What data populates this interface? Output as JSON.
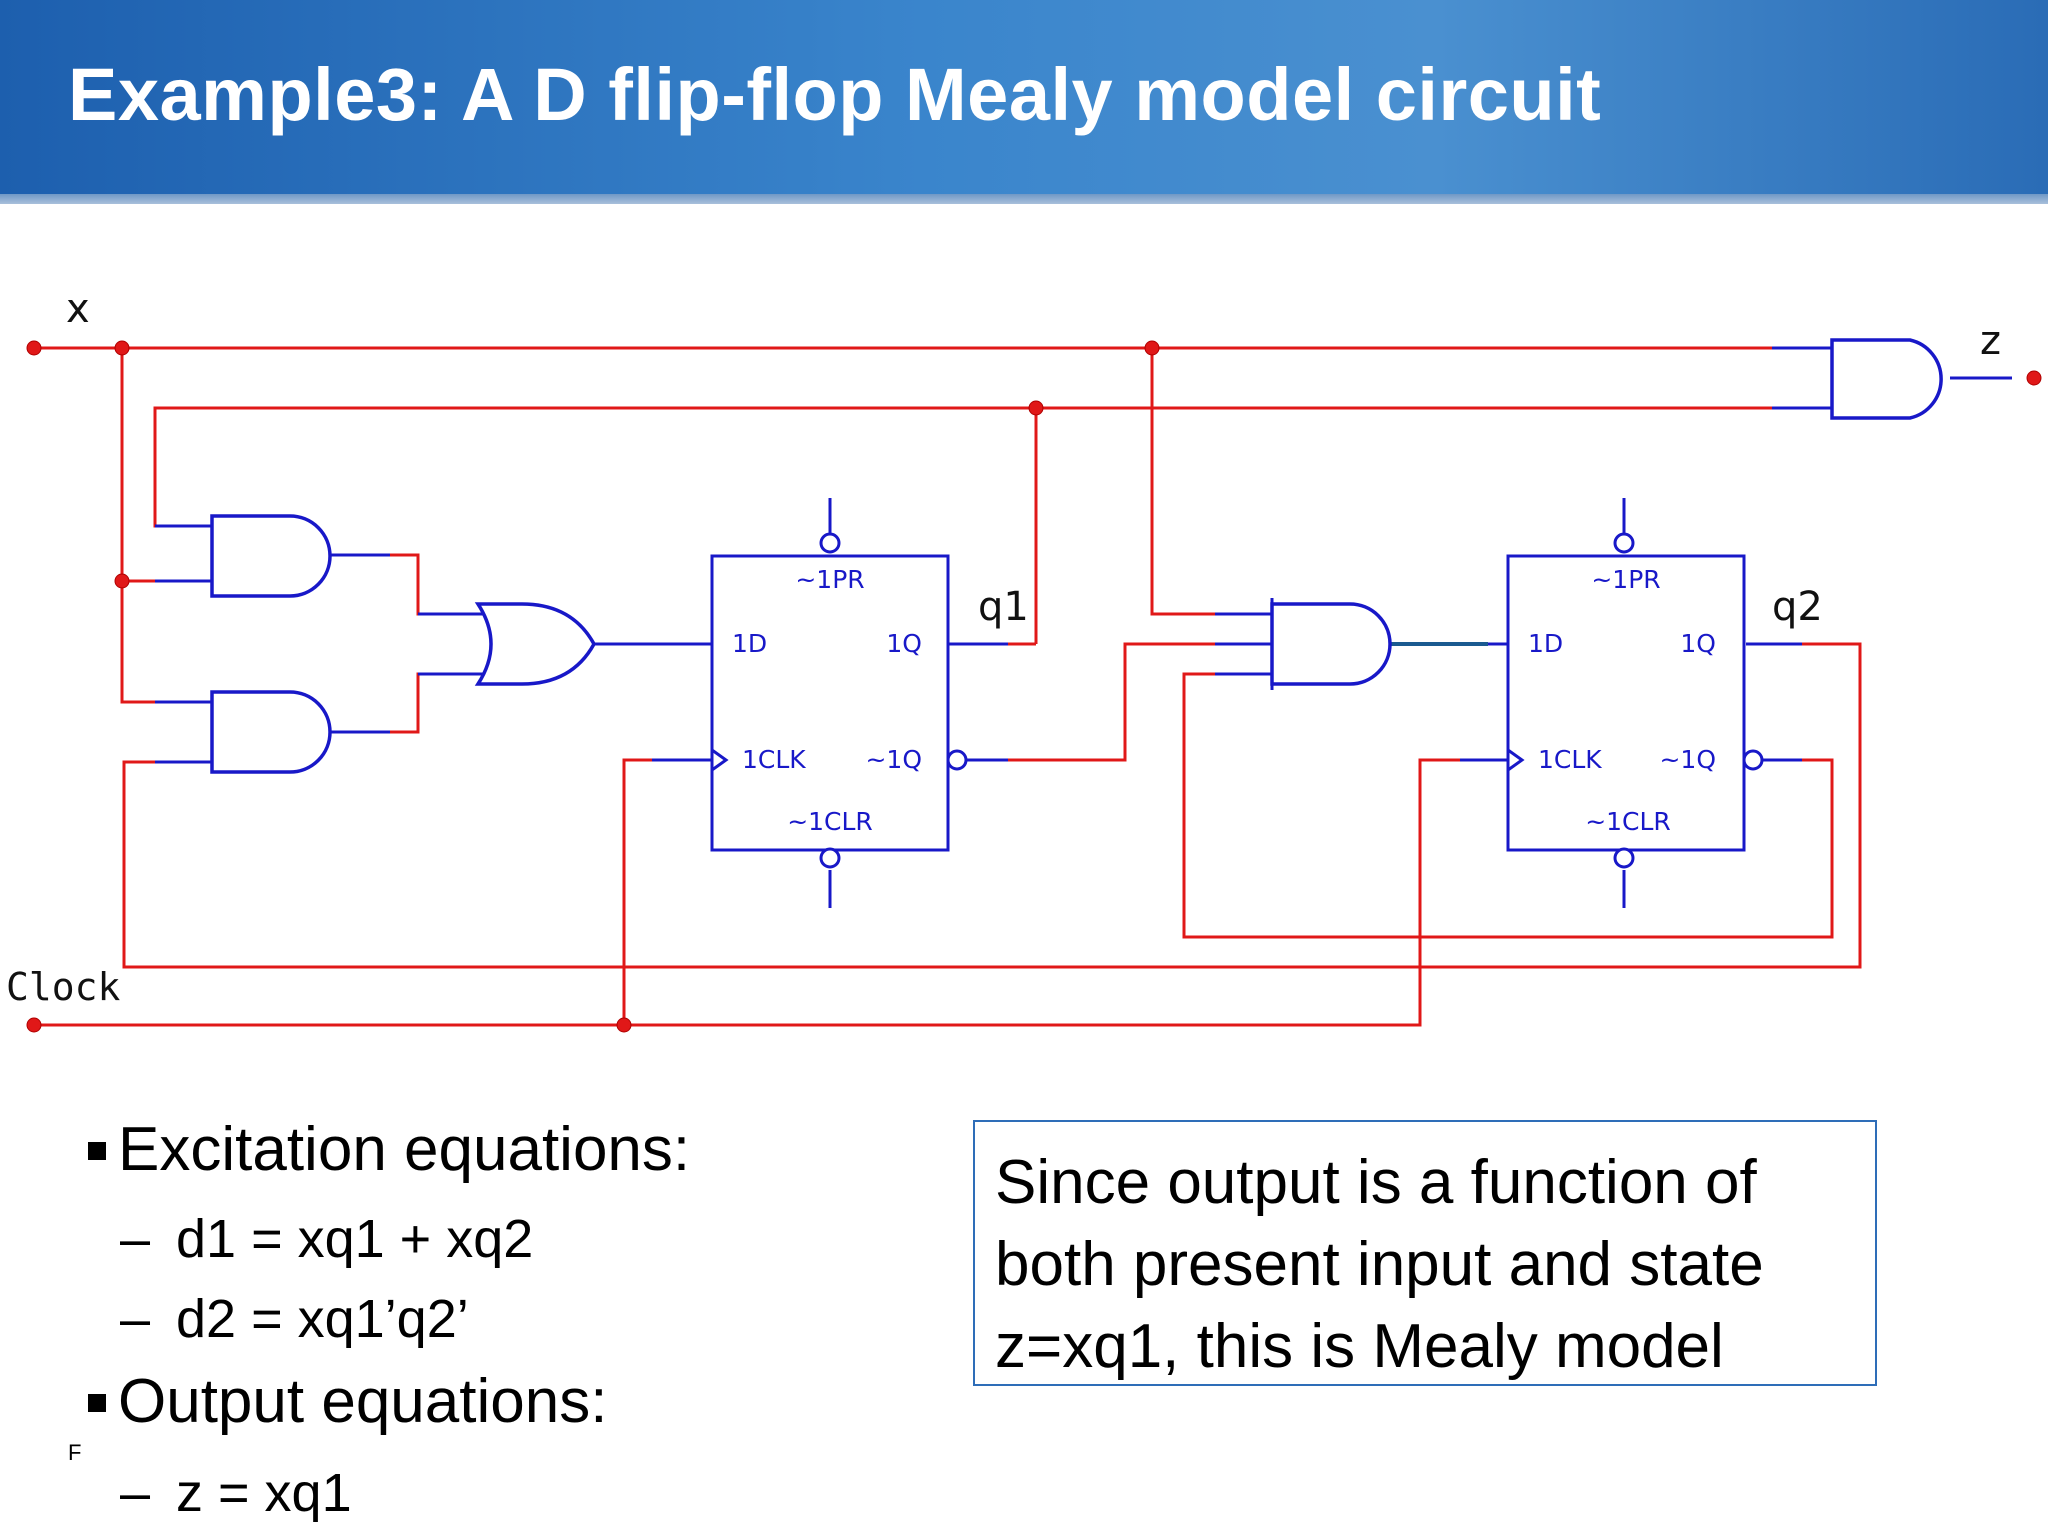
{
  "slide": {
    "title": "Example3: A D flip-flop Mealy model circuit",
    "footer_mark": "F"
  },
  "circuit": {
    "inputs": {
      "x": "x",
      "clock": "Clock"
    },
    "output": "z",
    "state_labels": {
      "q1": "q1",
      "q2": "q2"
    },
    "flipflop1": {
      "pr": "~1PR",
      "d": "1D",
      "q": "1Q",
      "clk": "1CLK",
      "qn": "~1Q",
      "clr": "~1CLR"
    },
    "flipflop2": {
      "pr": "~1PR",
      "d": "1D",
      "q": "1Q",
      "clk": "1CLK",
      "qn": "~1Q",
      "clr": "~1CLR"
    },
    "colors": {
      "wire": "#e01818",
      "gate": "#1818c8"
    }
  },
  "equations": {
    "excitation_heading": "Excitation equations:",
    "excitation": [
      "d1 = xq1 + xq2",
      "d2 = xq1’q2’"
    ],
    "output_heading": "Output equations:",
    "output": [
      "z = xq1"
    ]
  },
  "note": {
    "lines": [
      "Since output is a function of",
      "both present input and state",
      "z=xq1, this is Mealy model"
    ]
  }
}
